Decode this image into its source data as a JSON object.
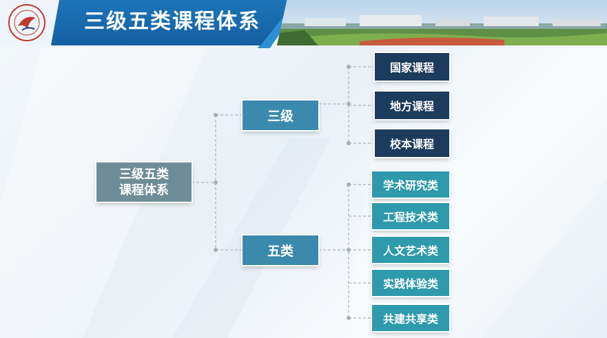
{
  "header": {
    "title": "三级五类课程体系",
    "logo_icon": "school-logo-icon"
  },
  "diagram": {
    "root": {
      "line1": "三级五类",
      "line2": "课程体系"
    },
    "branches": [
      {
        "label": "三级",
        "children": [
          "国家课程",
          "地方课程",
          "校本课程"
        ]
      },
      {
        "label": "五类",
        "children": [
          "学术研究类",
          "工程技术类",
          "人文艺术类",
          "实践体验类",
          "共建共享类"
        ]
      }
    ]
  },
  "colors": {
    "header_blue": "#1560a3",
    "root": "#6f8d99",
    "mid": "#3b8aac",
    "level_leaf": "#1d3b5c",
    "category_leaf": "#2e9aab",
    "connector": "#b8bec4"
  }
}
